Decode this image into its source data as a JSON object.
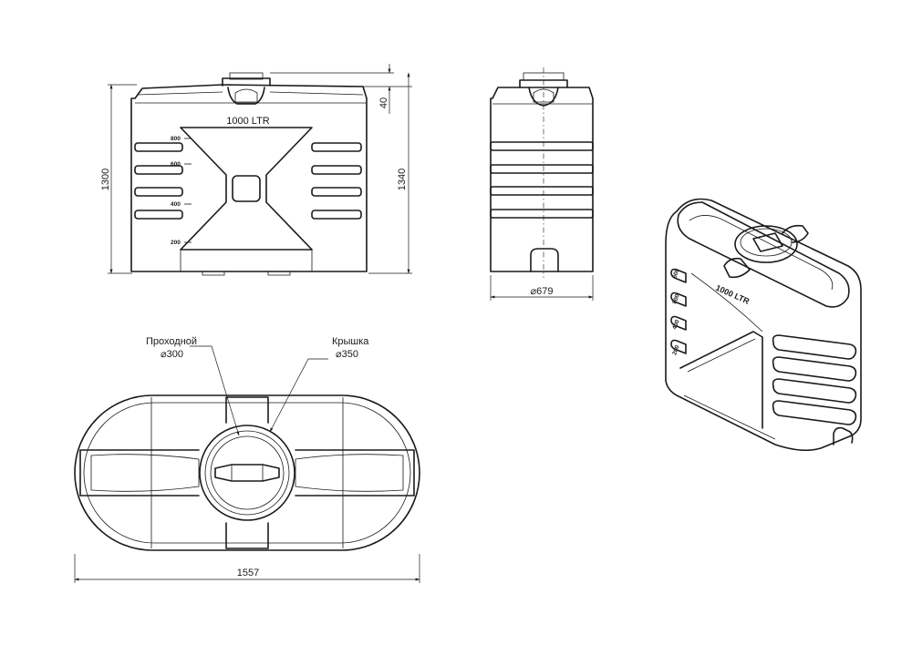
{
  "tank": {
    "label": "1000 LTR",
    "scale_marks": [
      "800",
      "600",
      "400",
      "200"
    ]
  },
  "dimensions": {
    "front_height": "1300",
    "front_total_height": "1340",
    "lid_height": "40",
    "side_width": "⌀679",
    "top_length": "1557"
  },
  "callouts": {
    "manhole_label": "Проходной",
    "manhole_size": "⌀300",
    "lid_label": "Крышка",
    "lid_size": "⌀350"
  },
  "iso": {
    "label": "1000 LTR",
    "scale_marks": [
      "600",
      "800",
      "400",
      "200"
    ]
  }
}
